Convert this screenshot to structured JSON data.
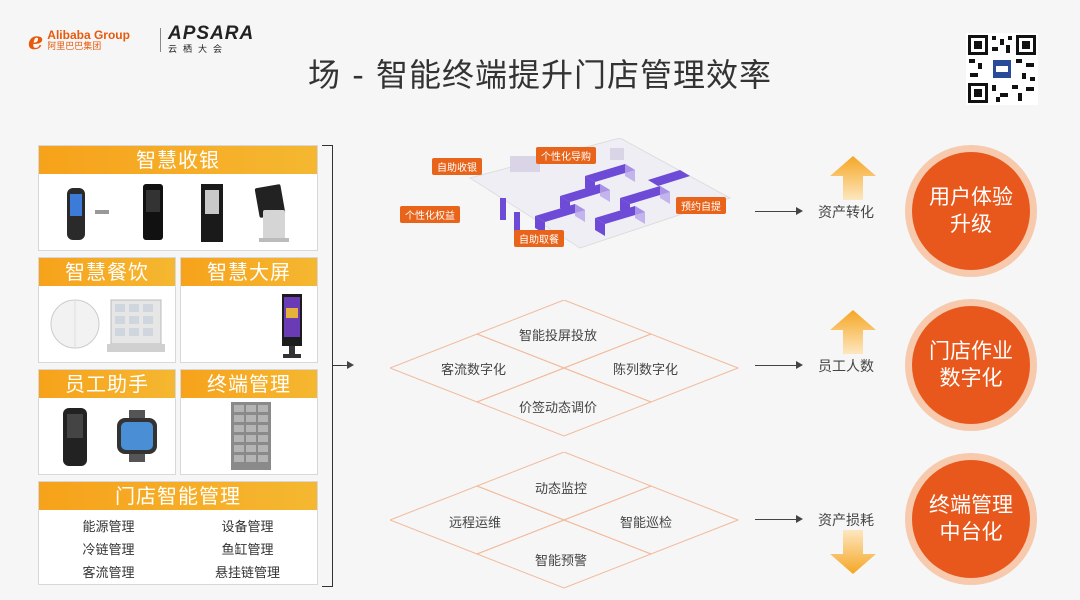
{
  "header": {
    "alibaba_en": "Alibaba Group",
    "alibaba_cn": "阿里巴巴集团",
    "apsara_en": "APSARA",
    "apsara_cn": "云栖大会",
    "title": "场 - 智能终端提升门店管理效率"
  },
  "left_panels": {
    "smart_cashier": "智慧收银",
    "smart_dining": "智慧餐饮",
    "smart_screen": "智慧大屏",
    "staff_assistant": "员工助手",
    "terminal_mgmt": "终端管理",
    "store_mgmt": {
      "title": "门店智能管理",
      "items": [
        "能源管理",
        "设备管理",
        "冷链管理",
        "鱼缸管理",
        "客流管理",
        "悬挂链管理"
      ]
    }
  },
  "diagram_top": {
    "tags": [
      "自助收银",
      "个性化导购",
      "个性化权益",
      "预约自提",
      "自助取餐"
    ]
  },
  "diagram_mid": {
    "top": "智能投屏投放",
    "left": "客流数字化",
    "right": "陈列数字化",
    "bottom": "价签动态调价"
  },
  "diagram_bottom": {
    "top": "动态监控",
    "left": "远程运维",
    "right": "智能巡检",
    "bottom": "智能预警"
  },
  "outcomes": [
    {
      "label": "资产转化",
      "circle_line1": "用户体验",
      "circle_line2": "升级",
      "direction": "up"
    },
    {
      "label": "员工人数",
      "circle_line1": "门店作业",
      "circle_line2": "数字化",
      "direction": "up"
    },
    {
      "label": "资产损耗",
      "circle_line1": "终端管理",
      "circle_line2": "中台化",
      "direction": "down"
    }
  ],
  "colors": {
    "orange": "#e8581c",
    "panel_yellow": "#f7a21b",
    "circle_ring": "#f7c9ad"
  }
}
